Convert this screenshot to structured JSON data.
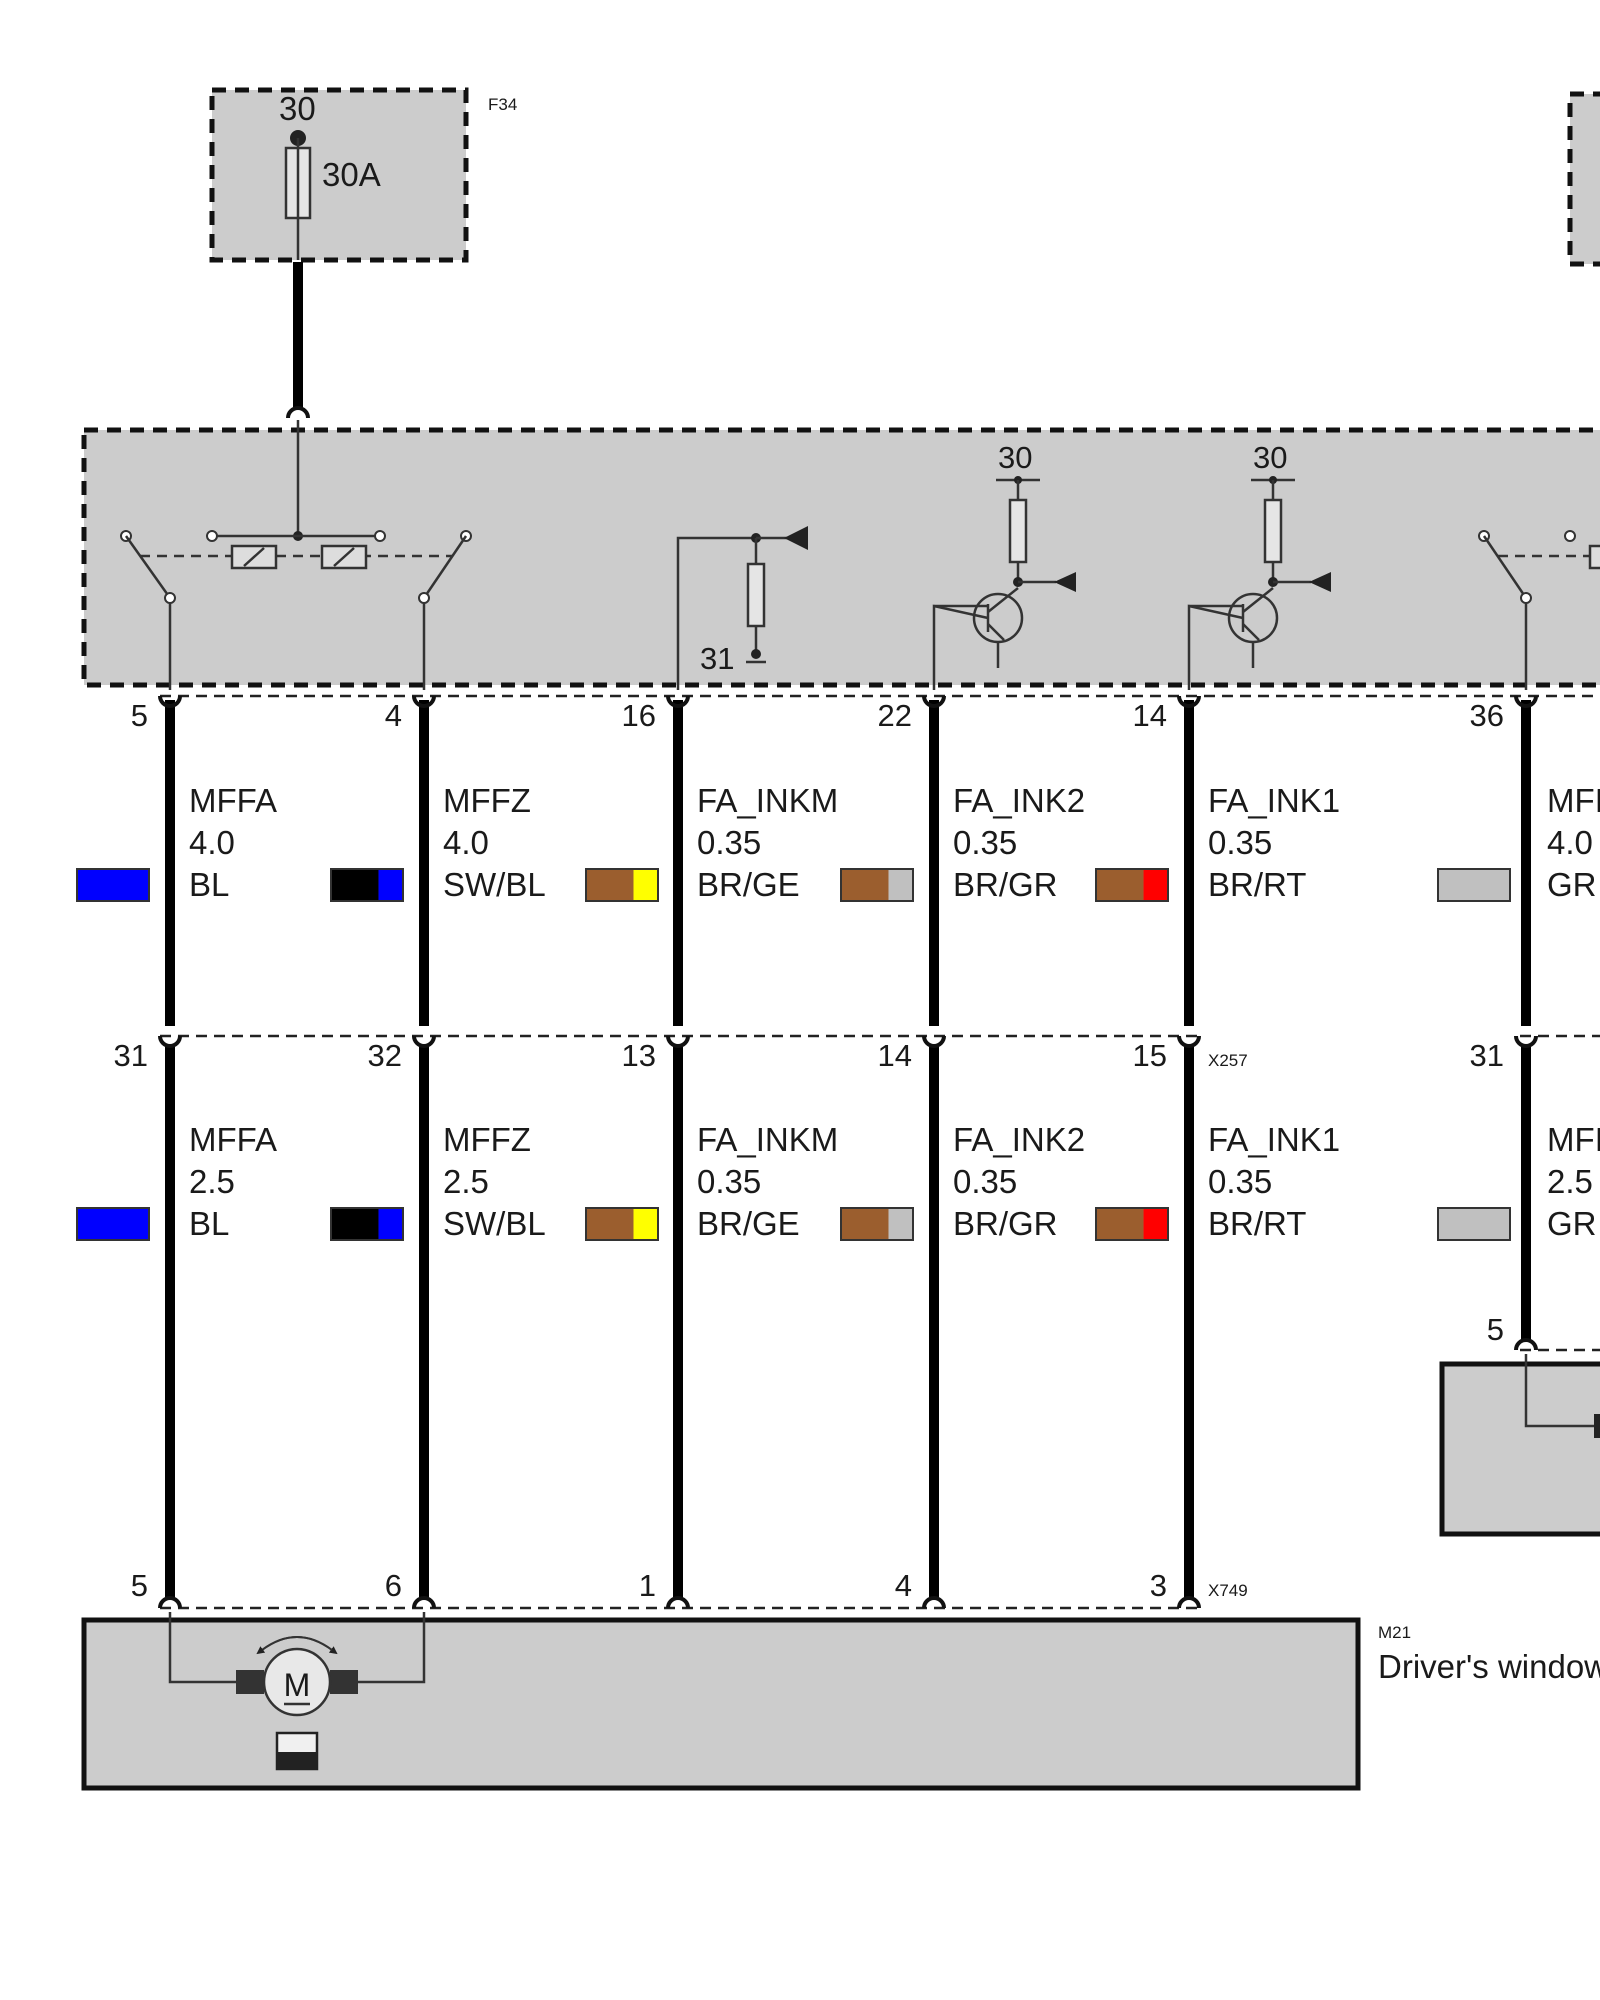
{
  "fuse": {
    "id": "F34",
    "terminal": "30",
    "rating": "30A"
  },
  "module": {
    "supply_labels": [
      "30",
      "30"
    ],
    "ground_label": "31"
  },
  "connectors": {
    "top": {
      "pins": [
        "5",
        "4",
        "16",
        "22",
        "14",
        "36"
      ]
    },
    "middle": {
      "id": "X257",
      "pins": [
        "31",
        "32",
        "13",
        "14",
        "15",
        "31"
      ]
    },
    "bottom": {
      "id": "X749",
      "pins": [
        "5",
        "6",
        "1",
        "4",
        "3"
      ]
    },
    "right_module_pin": "5"
  },
  "wires_top": [
    {
      "name": "MFFA",
      "size": "4.0",
      "color_code": "BL",
      "colors": [
        "#0000ff"
      ]
    },
    {
      "name": "MFFZ",
      "size": "4.0",
      "color_code": "SW/BL",
      "colors": [
        "#000000",
        "#0000ff"
      ]
    },
    {
      "name": "FA_INKM",
      "size": "0.35",
      "color_code": "BR/GE",
      "colors": [
        "#9b5e2e",
        "#ffff00"
      ]
    },
    {
      "name": "FA_INK2",
      "size": "0.35",
      "color_code": "BR/GR",
      "colors": [
        "#9b5e2e",
        "#c0c0c0"
      ]
    },
    {
      "name": "FA_INK1",
      "size": "0.35",
      "color_code": "BR/RT",
      "colors": [
        "#9b5e2e",
        "#ff0000"
      ]
    },
    {
      "name": "MFI",
      "size": "4.0",
      "color_code": "GR",
      "colors": [
        "#c0c0c0"
      ]
    }
  ],
  "wires_middle": [
    {
      "name": "MFFA",
      "size": "2.5",
      "color_code": "BL",
      "colors": [
        "#0000ff"
      ]
    },
    {
      "name": "MFFZ",
      "size": "2.5",
      "color_code": "SW/BL",
      "colors": [
        "#000000",
        "#0000ff"
      ]
    },
    {
      "name": "FA_INKM",
      "size": "0.35",
      "color_code": "BR/GE",
      "colors": [
        "#9b5e2e",
        "#ffff00"
      ]
    },
    {
      "name": "FA_INK2",
      "size": "0.35",
      "color_code": "BR/GR",
      "colors": [
        "#9b5e2e",
        "#c0c0c0"
      ]
    },
    {
      "name": "FA_INK1",
      "size": "0.35",
      "color_code": "BR/RT",
      "colors": [
        "#9b5e2e",
        "#ff0000"
      ]
    },
    {
      "name": "MFI",
      "size": "2.5",
      "color_code": "GR",
      "colors": [
        "#c0c0c0"
      ]
    }
  ],
  "motor": {
    "id": "M21",
    "name": "Driver's window"
  }
}
